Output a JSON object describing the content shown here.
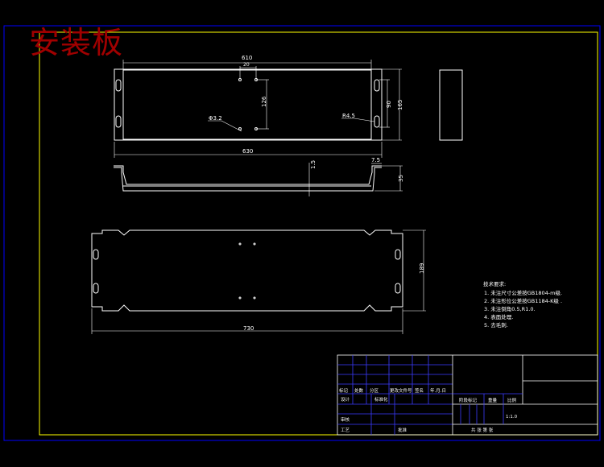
{
  "title": "安装板",
  "dimensions": {
    "inner_width": "610",
    "hole_offset": "20",
    "hole_span": "126",
    "hole_dia": "Φ3.2",
    "slot_radius": "R4.5",
    "inner_height": "90",
    "outer_height": "165",
    "overall_length": "630",
    "flange_width": "7.5",
    "depth": "35",
    "thickness": "1.5",
    "blank_height": "189",
    "blank_length": "730"
  },
  "notes": {
    "heading": "技术要求:",
    "items": [
      "1. 未注尺寸公差按GB1804-m级.",
      "2. 未注形位公差按GB1184-K级 .",
      "3. 未注倒角0.5,R1.0.",
      "4. 表面处理.",
      "5. 去毛刺."
    ]
  },
  "title_block": {
    "row1": [
      "标记",
      "处数",
      "分区",
      "更改文件号",
      "签名",
      "年.月.日"
    ],
    "row2": [
      "设计",
      "",
      "标准化",
      "",
      "",
      "阶段标记",
      "重量",
      "比例"
    ],
    "scale": "1:1.0",
    "review": "审核",
    "process": "工艺",
    "approve": "批准",
    "sheet": "共   张   第   张"
  },
  "colors": {
    "background": "#000000",
    "drawing": "#ffffff",
    "border": "#ffff00",
    "frame": "#0000ff",
    "title_block": "#3b3bff",
    "title_text": "#a00000"
  }
}
